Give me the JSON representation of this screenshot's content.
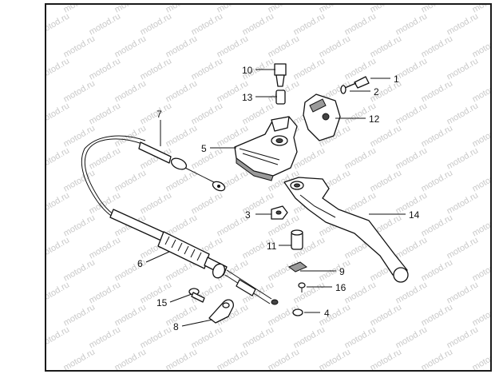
{
  "diagram": {
    "watermark": "motod.ru",
    "callouts": [
      {
        "id": "c1",
        "text": "1"
      },
      {
        "id": "c2",
        "text": "2"
      },
      {
        "id": "c3",
        "text": "3"
      },
      {
        "id": "c4",
        "text": "4"
      },
      {
        "id": "c5",
        "text": "5"
      },
      {
        "id": "c6",
        "text": "6"
      },
      {
        "id": "c7",
        "text": "7"
      },
      {
        "id": "c8",
        "text": "8"
      },
      {
        "id": "c9",
        "text": "9"
      },
      {
        "id": "c10",
        "text": "10"
      },
      {
        "id": "c11",
        "text": "11"
      },
      {
        "id": "c12",
        "text": "12"
      },
      {
        "id": "c13",
        "text": "13"
      },
      {
        "id": "c14",
        "text": "14"
      },
      {
        "id": "c15",
        "text": "15"
      },
      {
        "id": "c16",
        "text": "16"
      }
    ]
  }
}
